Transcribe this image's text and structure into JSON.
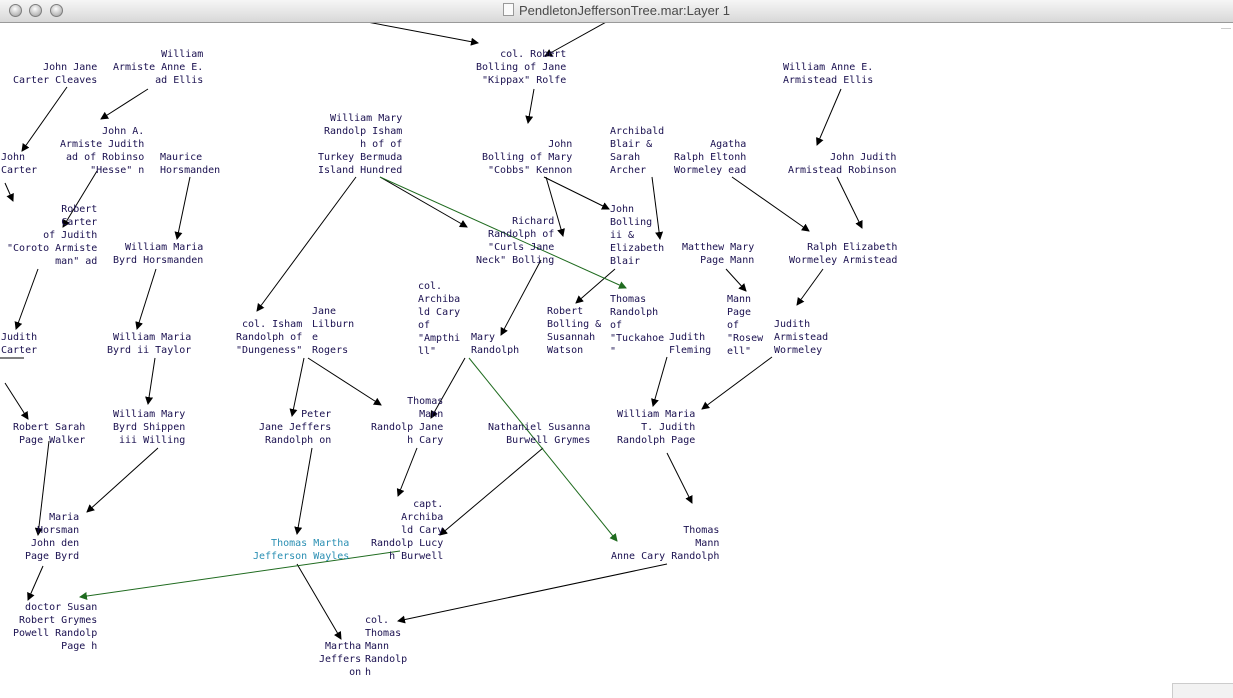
{
  "window": {
    "title": "PendletonJeffersonTree.mar:Layer 1"
  },
  "nodes": {
    "john_carter_jane_cleaves": "John Jane\nCarter Cleaves",
    "william_armistead_anne_ellis_left": "William\nArmiste Anne E.\nad Ellis",
    "col_robert_bolling_jane_rolfe": "col. Robert\nBolling of Jane\n\"Kippax\" Rolfe",
    "william_armistead_anne_ellis_right": "William Anne E.\nArmistead Ellis",
    "john_armistead_judith_robinson_left": "John A.\nArmiste Judith\nad of Robinso\n\"Hesse\" n",
    "john_carter": "John\nCarter",
    "maurice_horsmanden": "Maurice\nHorsmanden",
    "william_randolph_mary_isham": "William Mary\nRandolp Isham\nh of of\nTurkey Bermuda\nIsland Hundred",
    "john_bolling_mary_kennon": "John\nBolling of Mary\n\"Cobbs\" Kennon",
    "archibald_blair": "Archibald\nBlair &\nSarah\nArcher",
    "ralph_wormeley_agatha_eltonhead": "Agatha\nRalph Eltonh\nWormeley ead",
    "john_armistead_judith_robinson_right": "John Judith\nArmistead Robinson",
    "robert_carter_judith_armistead": "Robert\nCarter\nof Judith\n\"Coroto Armiste\nman\" ad",
    "william_byrd_maria_horsmanden": "William Maria\nByrd Horsmanden",
    "richard_randolph_jane_bolling": "Richard\nRandolph of\n\"Curls Jane\nNeck\" Bolling",
    "john_bolling_ii_elizabeth_blair": "John\nBolling\nii &\nElizabeth\nBlair",
    "matthew_page_mary_mann": "Matthew Mary\nPage Mann",
    "ralph_wormeley_elizabeth_armistead": "Ralph Elizabeth\nWormeley Armistead",
    "col_archibald_cary": "col.\nArchiba\nld Cary\nof\n\"Ampthi\nll\"",
    "robert_bolling_susannah_watson": "Robert\nBolling &\nSusannah\nWatson",
    "thomas_randolph_tuckahoe": "Thomas\nRandolph\nof\n\"Tuckahoe\n\"",
    "mann_page_rosewell": "Mann\nPage\nof\n\"Rosew\nell\"",
    "jane_lilburne_rogers": "Jane\nLilburn\ne\nRogers",
    "col_isham_randolph_dungeness": "col. Isham\nRandolph of\n\"Dungeness\"",
    "judith_carter": "Judith\nCarter",
    "william_byrd_ii_maria_taylor": "William Maria\nByrd ii Taylor",
    "mary_randolph": "Mary\nRandolph",
    "judith_fleming": "Judith\nFleming",
    "judith_armistead_wormeley": "Judith\nArmistead\nWormeley",
    "thomas_mann_randolph_jane_cary": "Thomas\nMann\nRandolp Jane\nh Cary",
    "robert_page_sarah_walker": "Robert Sarah\nPage Walker",
    "william_byrd_iii_mary_willing": "William Mary\nByrd Shippen\niii Willing",
    "jane_randolph_peter_jefferson": "Peter\nJane Jeffers\nRandolph on",
    "nathaniel_burwell_susanna_grymes": "Nathaniel Susanna\nBurwell Grymes",
    "william_t_randolph_maria_judith_page": "William Maria\nT. Judith\nRandolph Page",
    "maria_horsmanden_john_page_byrd": "Maria\nHorsman\nJohn den\nPage Byrd",
    "thomas_jefferson_martha_wayles": "Thomas Martha\nJefferson Wayles",
    "capt_archibald_cary_lucy_burwell": "capt.\nArchiba\nld Cary\nRandolp Lucy\nh Burwell",
    "thomas_mann_randolph_anne_cary": "Thomas\nMann\nAnne Cary Randolph",
    "doctor_robert_powell_page_susan_grymes_randolph": "doctor Susan\nRobert Grymes\nPowell Randolp\nPage h",
    "martha_jefferson": "Martha\nJeffers\non",
    "col_thomas_mann_randolph": "col.\nThomas\nMann\nRandolp\nh"
  },
  "colors": {
    "node_text": "#1a1050",
    "highlight_text": "#2a8fb3",
    "arrow": "#000000",
    "green_arrow": "#1f6b1f"
  }
}
